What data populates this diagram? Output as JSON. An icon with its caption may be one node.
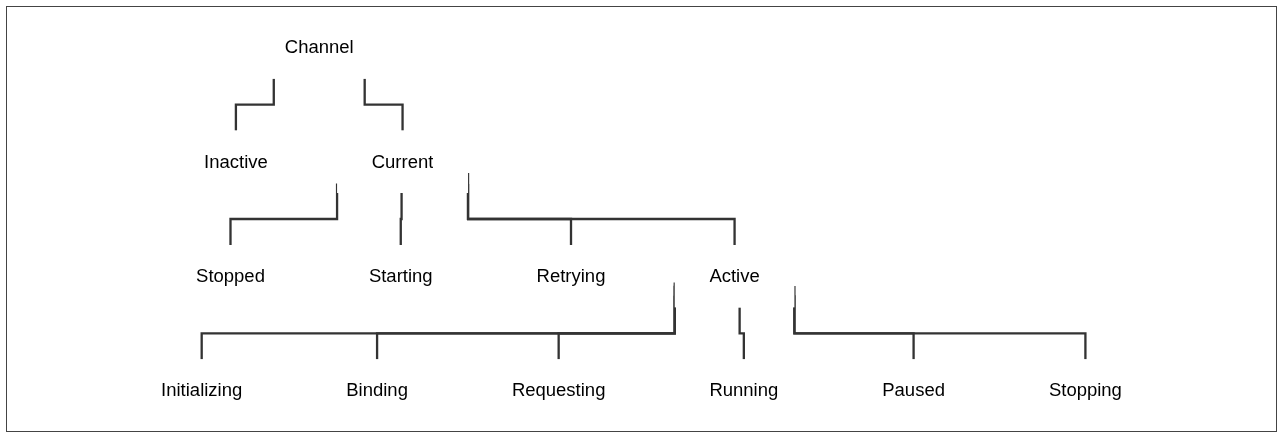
{
  "diagram": {
    "nodes": [
      {
        "text": [
          "Channel"
        ]
      },
      {
        "text": [
          "Inactive"
        ]
      },
      {
        "text": [
          "Current"
        ]
      },
      {
        "text": [
          "Stopped"
        ]
      },
      {
        "text": [
          "Starting"
        ]
      },
      {
        "text": [
          "Retrying"
        ]
      },
      {
        "text": [
          "Active"
        ]
      },
      {
        "text": [
          "Initializing"
        ]
      },
      {
        "text": [
          "Binding"
        ]
      },
      {
        "text": [
          "Requesting"
        ]
      },
      {
        "text": [
          "Running"
        ]
      },
      {
        "text": [
          "Paused"
        ]
      },
      {
        "text": [
          "Stopping"
        ]
      }
    ],
    "edges": [
      {
        "from": 0,
        "to": 1,
        "arrow": "none"
      },
      {
        "from": 0,
        "to": 2,
        "arrow": "none"
      },
      {
        "from": 2,
        "to": 3,
        "arrow": "none"
      },
      {
        "from": 2,
        "to": 4,
        "arrow": "none"
      },
      {
        "from": 2,
        "to": 5,
        "arrow": "none"
      },
      {
        "from": 2,
        "to": 6,
        "arrow": "none"
      },
      {
        "from": 6,
        "to": 7,
        "arrow": "none"
      },
      {
        "from": 6,
        "to": 8,
        "arrow": "none"
      },
      {
        "from": 6,
        "to": 9,
        "arrow": "none"
      },
      {
        "from": 6,
        "to": 10,
        "arrow": "none"
      },
      {
        "from": 6,
        "to": 11,
        "arrow": "none"
      },
      {
        "from": 6,
        "to": 12,
        "arrow": "none"
      }
    ]
  }
}
